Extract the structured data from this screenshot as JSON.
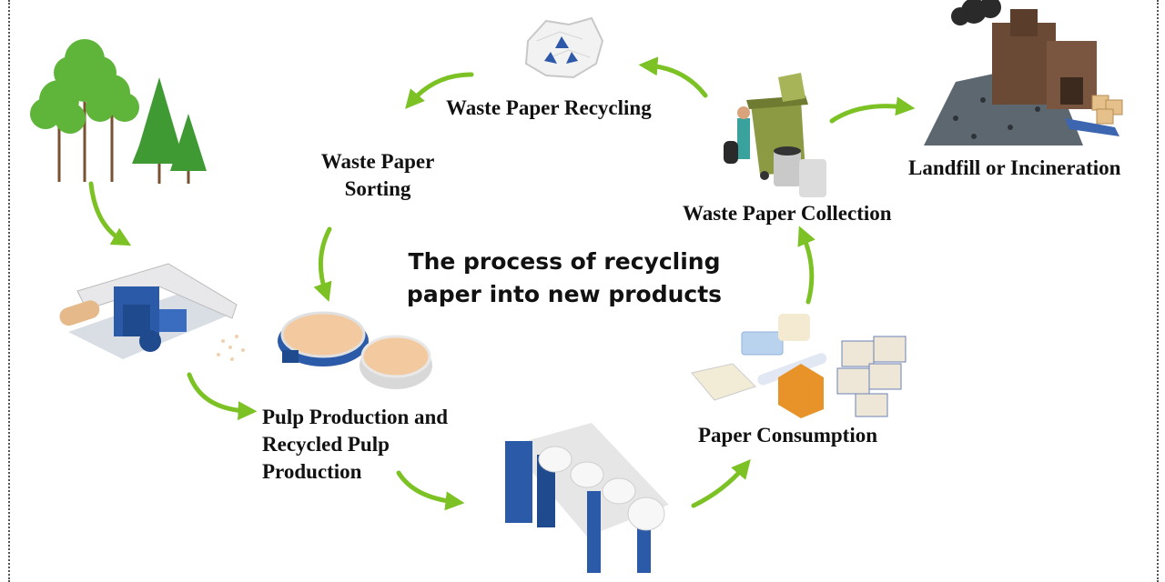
{
  "title": {
    "line1": "The process of recycling",
    "line2": "paper into new products"
  },
  "stages": {
    "waste_paper_recycling": "Waste Paper Recycling",
    "waste_paper_sorting_line1": "Waste Paper",
    "waste_paper_sorting_line2": "Sorting",
    "landfill_or_incineration": "Landfill or Incineration",
    "waste_paper_collection": "Waste Paper Collection",
    "pulp_production_line1": "Pulp Production and",
    "pulp_production_line2": "Recycled Pulp",
    "pulp_production_line3": "Production",
    "paper_consumption": "Paper Consumption"
  },
  "colors": {
    "arrow": "#7cc225",
    "tree_green": "#5fb53a",
    "machine_blue": "#2b5aa8",
    "pulp": "#f3c9a0",
    "box_orange": "#e8932a"
  },
  "icons": [
    "trees-icon",
    "debarking-machine-icon",
    "pulp-vats-icon",
    "paper-machine-icon",
    "paper-products-icon",
    "waste-bins-icon",
    "recycling-paper-icon",
    "landfill-factory-icon"
  ]
}
